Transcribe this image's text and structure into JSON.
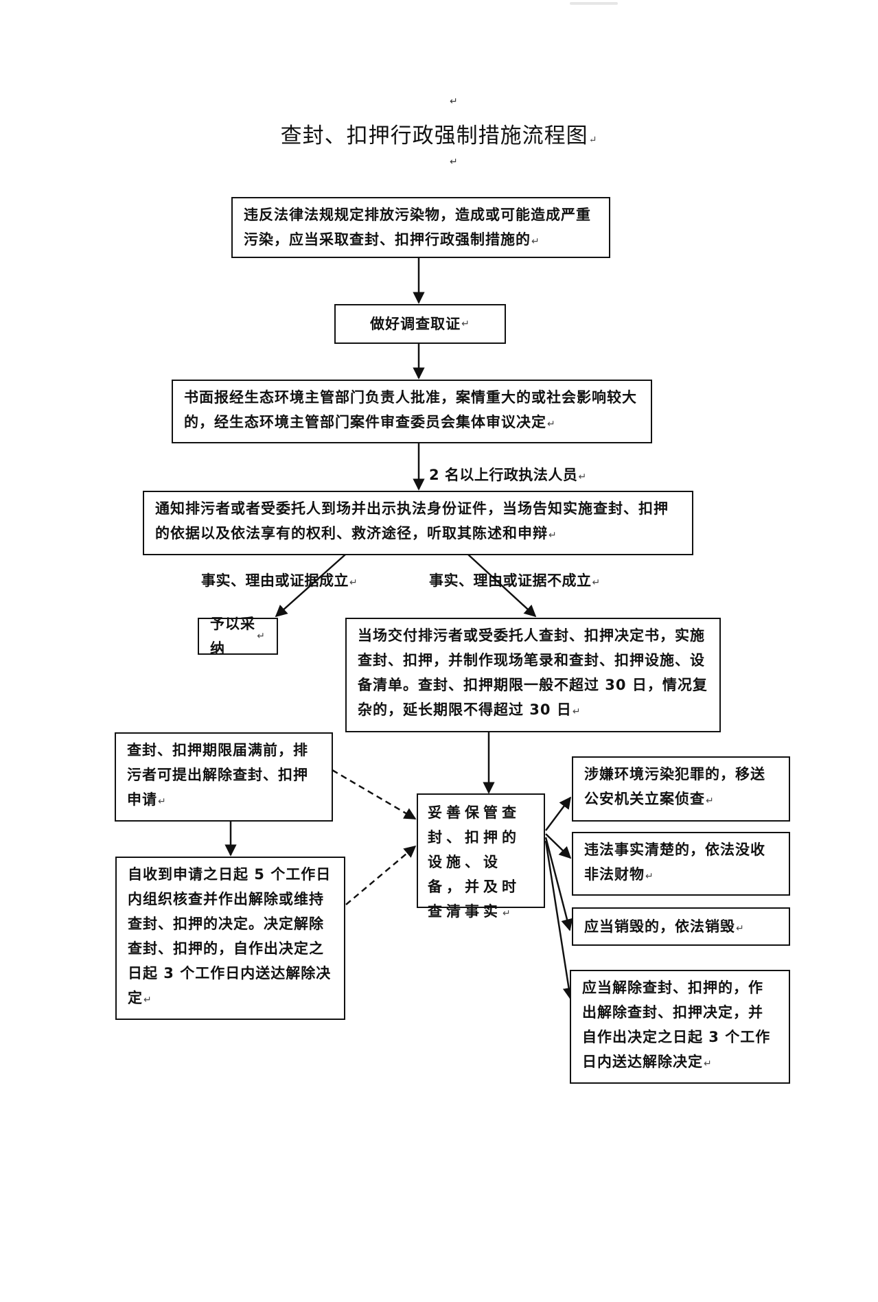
{
  "page": {
    "paragraph_mark": "↵",
    "title": "查封、扣押行政强制措施流程图"
  },
  "flow": {
    "start": "违反法律法规规定排放污染物，造成或可能造成严重污染，应当采取查封、扣押行政强制措施的",
    "investigate": "做好调查取证",
    "approve": "书面报经生态环境主管部门负责人批准，案情重大的或社会影响较大的，经生态环境主管部门案件审查委员会集体审议决定",
    "personnel_label": "2 名以上行政执法人员",
    "notify": "通知排污者或者受委托人到场并出示执法身份证件，当场告知实施查封、扣押的依据以及依法享有的权利、救济途径，听取其陈述和申辩",
    "branch_yes_label": "事实、理由或证据成立",
    "branch_no_label": "事实、理由或证据不成立",
    "accept": "予以采纳",
    "execute": "当场交付排污者或受委托人查封、扣押决定书，实施查封、扣押，并制作现场笔录和查封、扣押设施、设备清单。查封、扣押期限一般不超过 30 日，情况复杂的，延长期限不得超过 30 日",
    "apply_release": "查封、扣押期限届满前，排污者可提出解除查封、扣押申请",
    "review": "自收到申请之日起 5 个工作日内组织核查并作出解除或维持查封、扣押的决定。决定解除查封、扣押的，自作出决定之日起 3 个工作日内送达解除决定",
    "safekeep": "妥善保管查封、扣押的设施、设备，并及时查清事实",
    "outcomes": [
      "涉嫌环境污染犯罪的，移送公安机关立案侦查",
      "违法事实清楚的，依法没收非法财物",
      "应当销毁的，依法销毁",
      "应当解除查封、扣押的，作出解除查封、扣押决定，并自作出决定之日起 3 个工作日内送达解除决定"
    ]
  }
}
